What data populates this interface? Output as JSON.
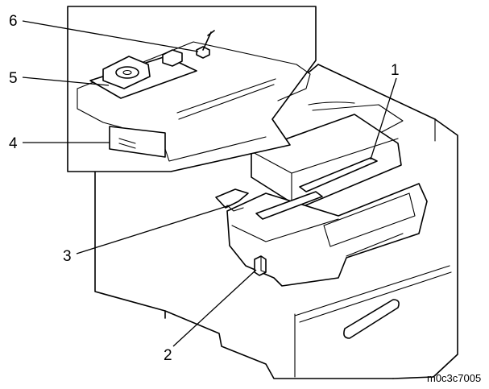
{
  "callouts": [
    {
      "id": "1",
      "label": "1"
    },
    {
      "id": "2",
      "label": "2"
    },
    {
      "id": "3",
      "label": "3"
    },
    {
      "id": "4",
      "label": "4"
    },
    {
      "id": "5",
      "label": "5"
    },
    {
      "id": "6",
      "label": "6"
    }
  ],
  "figure_code": "m0c3c7005"
}
